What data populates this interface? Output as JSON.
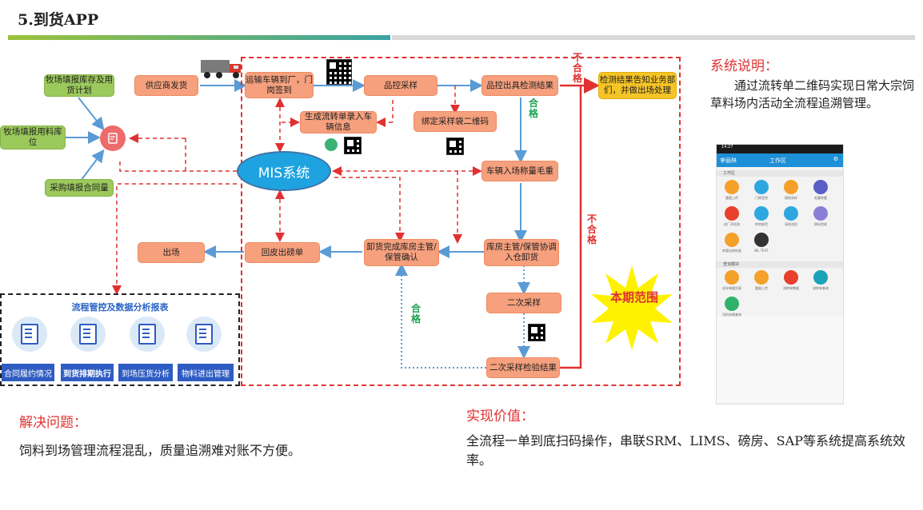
{
  "page": {
    "title": "5.到货APP"
  },
  "flow": {
    "supplier": "供应商发货",
    "register": "运输车辆到厂，门岗签到",
    "sampling": "品控采样",
    "inspect_result": "品控出具检测结果",
    "notify": "检测结果告知业务部们，并做出场处理",
    "gen_slip": "生成流转单录入车辆信息",
    "bind_qr": "绑定采样袋二维码",
    "weigh_gross": "车辆入场称量毛重",
    "mis": "MIS系统",
    "unload_confirm": "卸货完成库房主管/保管确认",
    "warehouse_unload": "库房主管/保管协调入仓卸货",
    "second_sampling": "二次采样",
    "second_result": "二次采样检验结果",
    "return_slip": "回皮出磅单",
    "exit": "出场",
    "ranch_stock": "牧场填报库存及用货计划",
    "ranch_location": "牧场填报用料库位",
    "purchase_contract": "采购填报合同量"
  },
  "labels": {
    "fail_top": "不合格",
    "pass_right": "合格",
    "fail_right": "不合格",
    "pass_left": "合格",
    "scope": "本期范围"
  },
  "report": {
    "title": "流程管控及数据分析报表",
    "buttons": [
      "合同履约情况",
      "到货排期执行",
      "到场压货分析",
      "物料进出管理"
    ]
  },
  "sidebar": {
    "heading": "系统说明：",
    "text": "通过流转单二维码实现日常大宗饲草料场内活动全流程追溯管理。"
  },
  "phone": {
    "status": "14:27",
    "user": "李丽林",
    "header": "工作区",
    "section1": "工作区",
    "section2": "查询模块",
    "items1": [
      "重量上传",
      "门岗签到",
      "磅前采样",
      "毛重称重",
      "进厂开检测",
      "库房卸货",
      "采样送检",
      "原料验收",
      "库管出库核准",
      "WL TEST"
    ],
    "items2": [
      "初车单据列表",
      "重量上传",
      "流转单数据",
      "流转单查询",
      "司机车辆查询"
    ]
  },
  "problem": {
    "heading": "解决问题：",
    "text": "饲料到场管理流程混乱，质量追溯难对账不方便。"
  },
  "value": {
    "heading": "实现价值：",
    "text": "全流程一单到底扫码操作，串联SRM、LIMS、磅房、SAP等系统提高系统效率。"
  },
  "colors": {
    "orange_box": "#f6a07d",
    "green_box": "#9cc95c",
    "mis_blue": "#1fa3e0",
    "arrow_blue": "#5b9bd5",
    "red": "#e03131",
    "pass_green": "#1aa350"
  }
}
